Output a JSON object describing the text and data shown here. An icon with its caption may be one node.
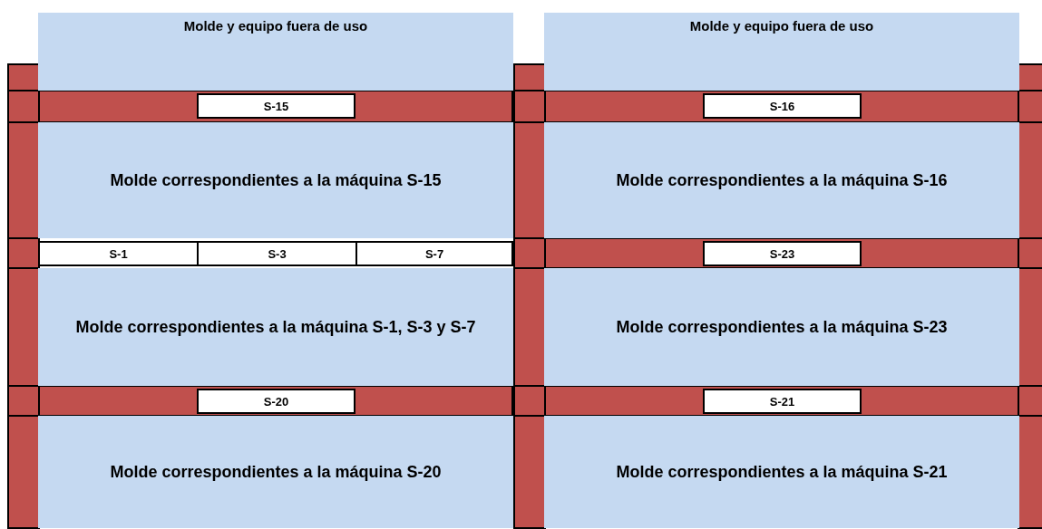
{
  "diagram": {
    "nodes": [
      {
        "text": [
          "Molde y equipo fuera de uso"
        ]
      },
      {
        "text": [
          "Molde y equipo fuera de uso"
        ]
      },
      {
        "text": [
          "S-15"
        ]
      },
      {
        "text": [
          "S-16"
        ]
      },
      {
        "text": [
          "Molde correspondientes a la máquina S-15"
        ]
      },
      {
        "text": [
          "Molde correspondientes a la máquina S-16"
        ]
      },
      {
        "text": [
          "S-1"
        ]
      },
      {
        "text": [
          "S-3"
        ]
      },
      {
        "text": [
          "S-7"
        ]
      },
      {
        "text": [
          "S-23"
        ]
      },
      {
        "text": [
          "Molde correspondientes a la máquina S-1, S-3 y S-7"
        ]
      },
      {
        "text": [
          "Molde correspondientes a la máquina S-23"
        ]
      },
      {
        "text": [
          "S-20"
        ]
      },
      {
        "text": [
          "S-21"
        ]
      },
      {
        "text": [
          "Molde correspondientes a la máquina S-20"
        ]
      },
      {
        "text": [
          "Molde correspondientes a la máquina S-21"
        ]
      }
    ]
  }
}
